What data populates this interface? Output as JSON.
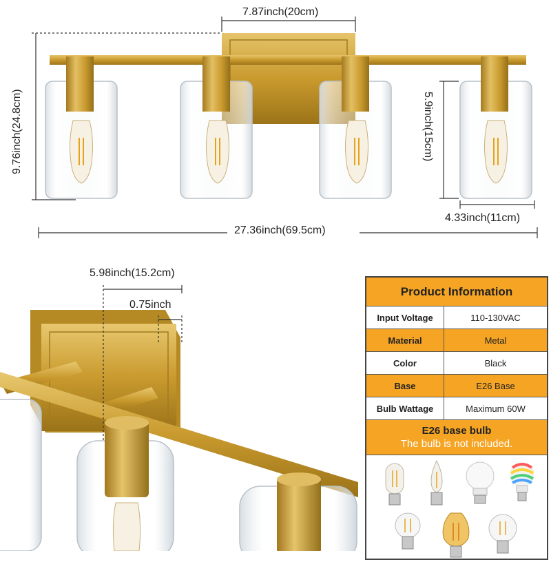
{
  "dimensions": {
    "backplate_width": "7.87inch(20cm)",
    "total_height": "9.76inch(24.8cm)",
    "shade_height": "5.9inch(15cm)",
    "shade_width": "4.33inch(11cm)",
    "total_width": "27.36inch(69.5cm)",
    "extension": "5.98inch(15.2cm)",
    "plate_depth": "0.75inch"
  },
  "colors": {
    "gold": "#c99a2e",
    "header_orange": "#f5a424",
    "glass": "#e9eef2"
  },
  "product_info": {
    "title": "Product Information",
    "rows": [
      {
        "key": "Input Voltage",
        "value": "110-130VAC"
      },
      {
        "key": "Material",
        "value": "Metal"
      },
      {
        "key": "Color",
        "value": "Black"
      },
      {
        "key": "Base",
        "value": "E26 Base"
      },
      {
        "key": "Bulb Wattage",
        "value": "Maximum 60W"
      }
    ],
    "bulb_title": "E26 base bulb",
    "bulb_note": "The bulb is not included."
  },
  "bulb_icons": [
    "tube-bulb-icon",
    "candle-bulb-icon",
    "a19-led-bulb-icon",
    "rgb-smart-bulb-icon",
    "a19-filament-bulb-icon",
    "st64-amber-bulb-icon",
    "g25-filament-bulb-icon"
  ]
}
